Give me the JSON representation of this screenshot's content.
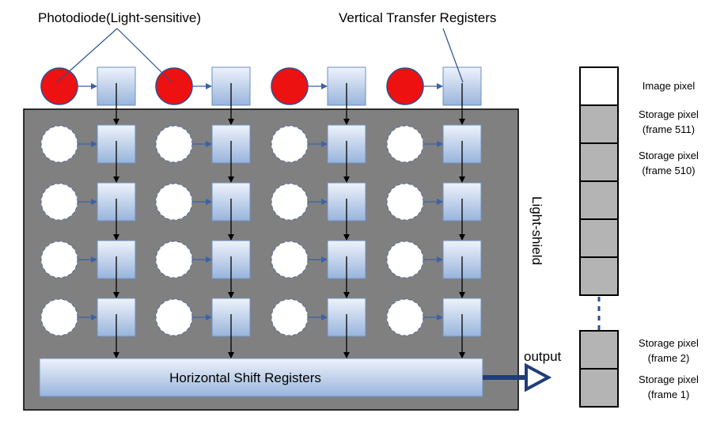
{
  "labels": {
    "photodiode": "Photodiode(Light-sensitive)",
    "vertical_registers": "Vertical Transfer Registers",
    "light_shield": "Light-shield",
    "horizontal_registers": "Horizontal Shift Registers",
    "output": "output"
  },
  "storage_legend": {
    "image_pixel": "Image pixel",
    "frame511_line1": "Storage pixel",
    "frame511_line2": "(frame 511)",
    "frame510_line1": "Storage pixel",
    "frame510_line2": "(frame 510)",
    "frame2_line1": "Storage pixel",
    "frame2_line2": "(frame 2)",
    "frame1_line1": "Storage pixel",
    "frame1_line2": "(frame 1)"
  },
  "colors": {
    "photodiode_active": "#ee1111",
    "shield_gray": "#808080",
    "register_light": "#e6eefa",
    "register_dark": "#98b4dc",
    "arrow_blue": "#1f3d78",
    "storage_gray": "#b4b4b4"
  }
}
